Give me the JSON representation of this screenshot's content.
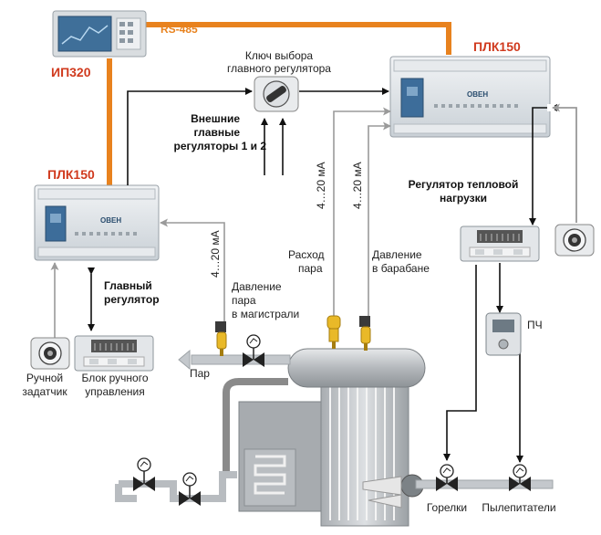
{
  "labels": {
    "rs485": "RS-485",
    "ip320": "ИП320",
    "plc_top": "ПЛК150",
    "plc_left": "ПЛК150",
    "selector_1": "Ключ выбора",
    "selector_2": "главного регулятора",
    "external_1": "Внешние",
    "external_2": "главные",
    "external_3": "регуляторы 1 и 2",
    "heat_1": "Регулятор тепловой",
    "heat_2": "нагрузки",
    "main_reg_1": "Главный",
    "main_reg_2": "регулятор",
    "current_1": "4…20 мА",
    "current_2": "4…20 мА",
    "current_3": "4…20 мА",
    "steam_flow_1": "Расход",
    "steam_flow_2": "пара",
    "drum_press_1": "Давление",
    "drum_press_2": "в барабане",
    "line_press_1": "Давление",
    "line_press_2": "пара",
    "line_press_3": "в магистрали",
    "steam": "Пар",
    "manual_set_1": "Ручной",
    "manual_set_2": "задатчик",
    "manual_unit_1": "Блок ручного",
    "manual_unit_2": "управления",
    "vfd": "ПЧ",
    "burners": "Горелки",
    "feeders": "Пылепитатели",
    "brand": "ОВЕН"
  },
  "colors": {
    "bus": "#e8821e",
    "brand_red": "#d03a1e",
    "signal_gray": "#9a9a9a",
    "control_black": "#111111",
    "boiler_gray": "#8a8a8a",
    "device_body": "#dfe4e8",
    "device_front": "#3d6d9a"
  },
  "icons": [
    "selector-knob-icon",
    "manual-setpoint-knob-icon",
    "pressure-gauge-icon",
    "valve-icon",
    "sensor-icon"
  ]
}
